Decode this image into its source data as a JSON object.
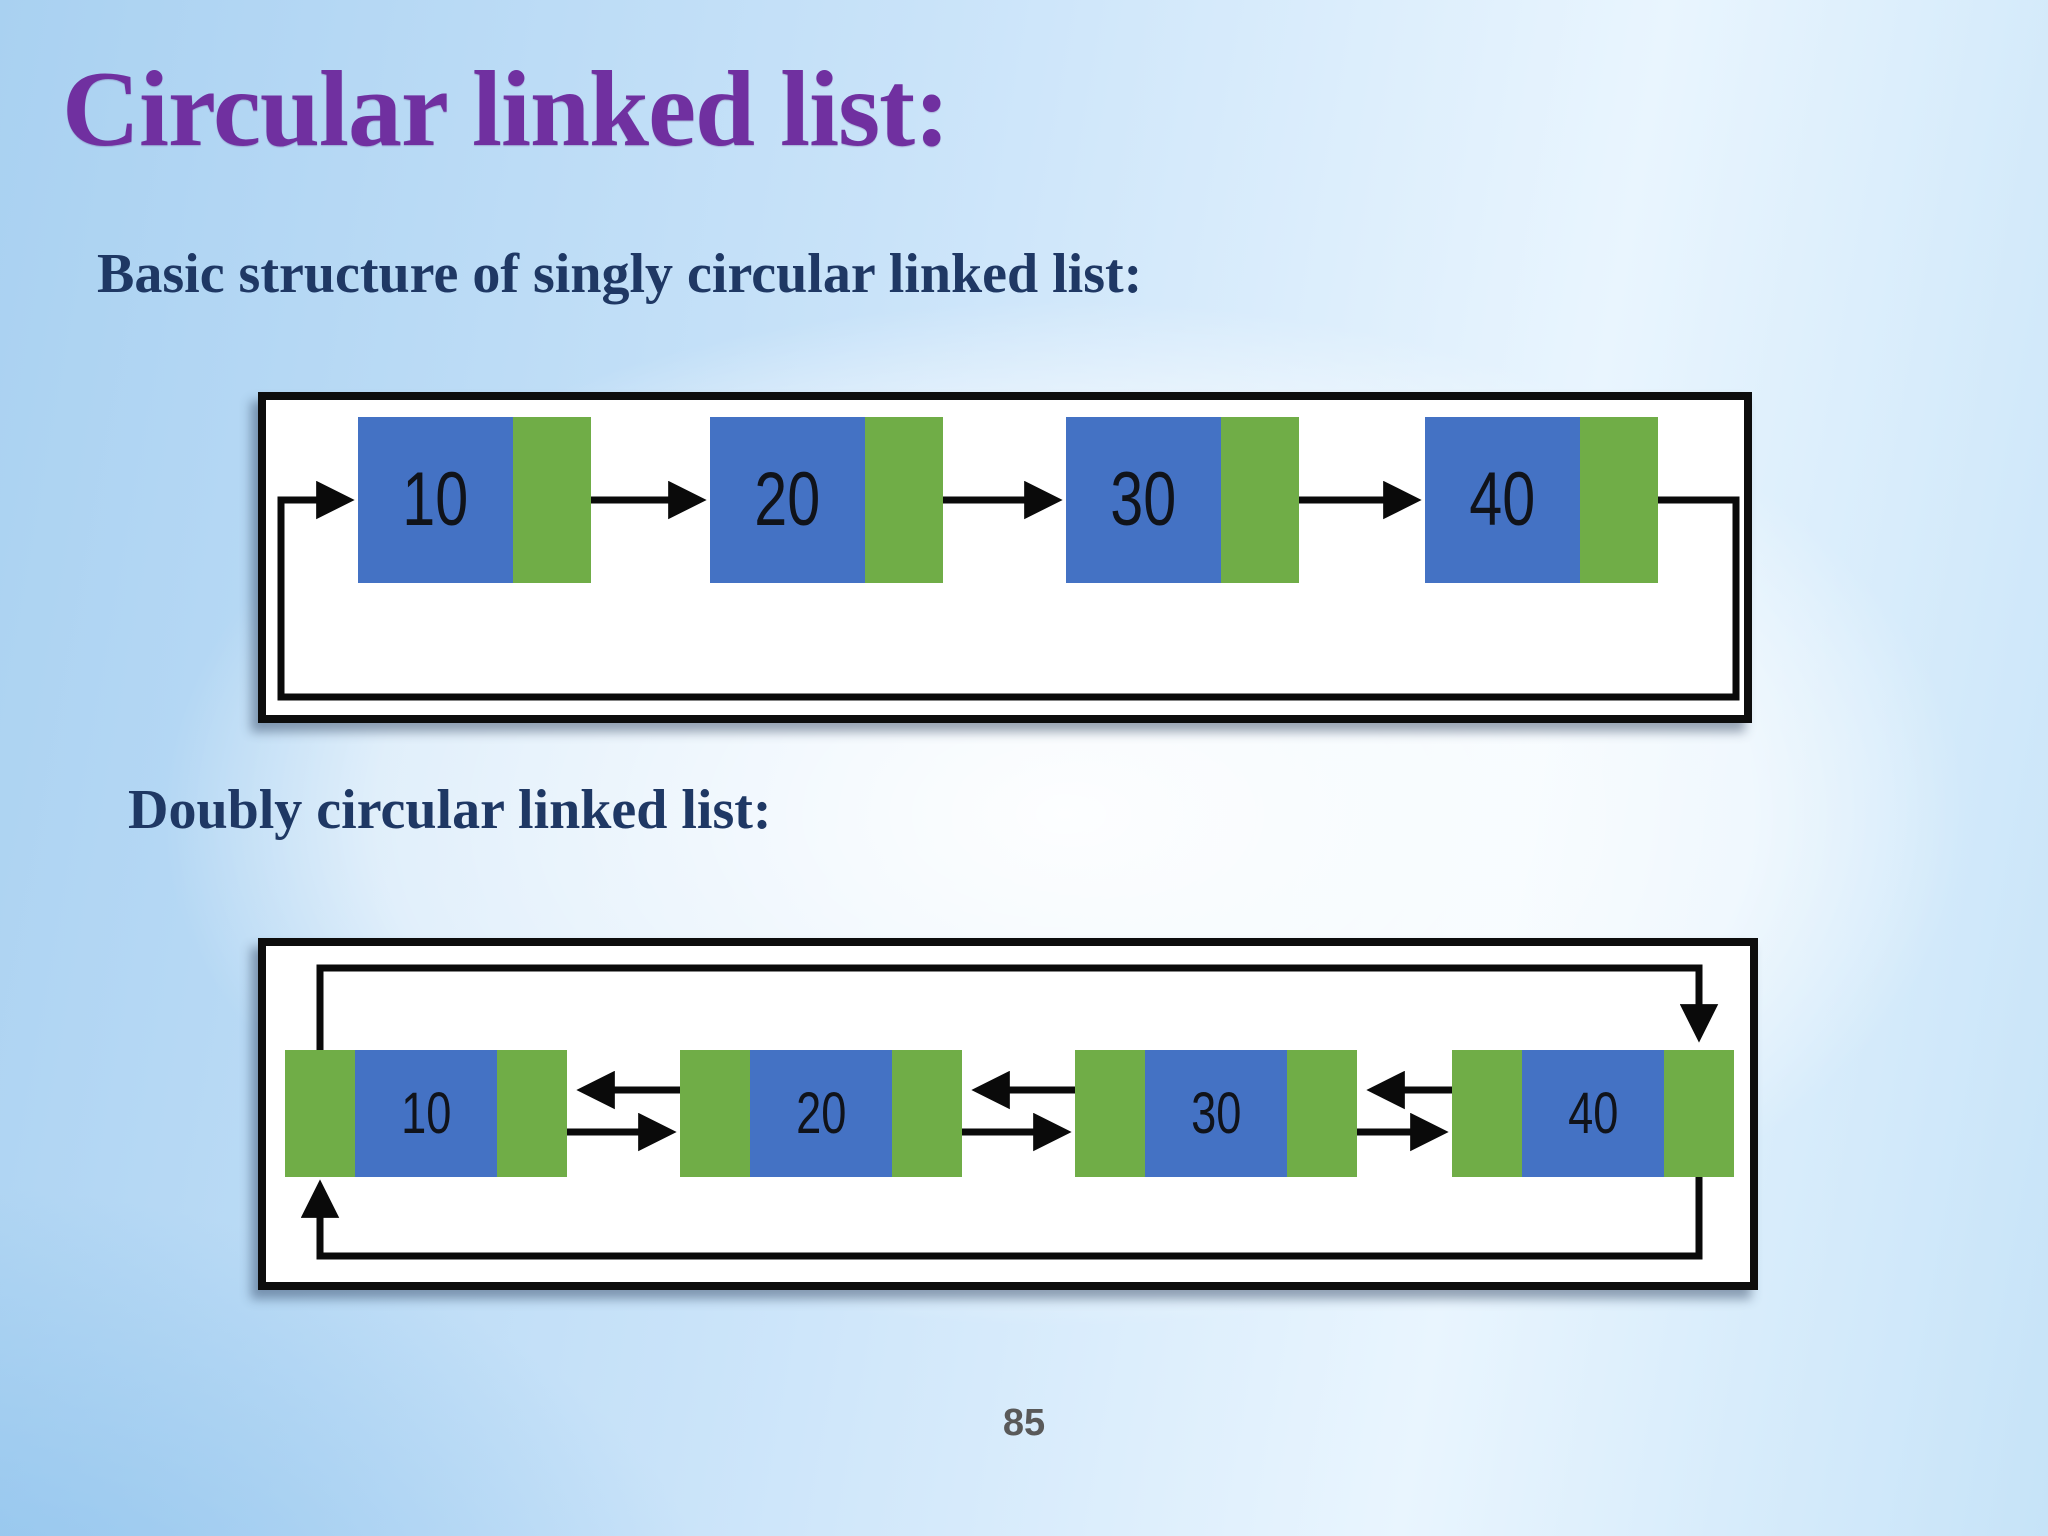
{
  "title": "Circular linked list:",
  "singly": {
    "heading": "Basic structure of singly circular linked list:",
    "nodes": [
      "10",
      "20",
      "30",
      "40"
    ]
  },
  "doubly": {
    "heading": "Doubly circular linked list:",
    "nodes": [
      "10",
      "20",
      "30",
      "40"
    ]
  },
  "footer": {
    "page_number": "85"
  },
  "colors": {
    "title": "#7030A0",
    "heading": "#1F3864",
    "node_data_cell": "#4472C4",
    "node_pointer_cell": "#70AD47",
    "line": "#0d0d0d",
    "diagram_background": "#ffffff",
    "page_number": "#595959",
    "slide_background": "#c9e3f9"
  }
}
